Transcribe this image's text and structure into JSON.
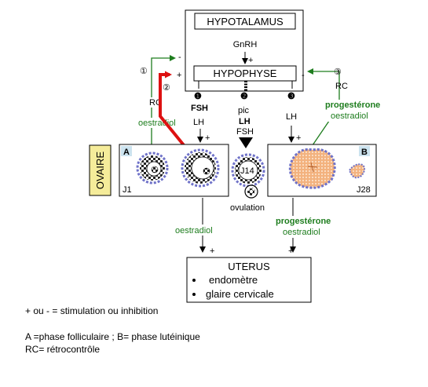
{
  "hypothalamus": {
    "label": "HYPOTALAMUS",
    "hormone": "GnRH",
    "sign": "+"
  },
  "pituitary": {
    "label": "HYPOPHYSE"
  },
  "loops": [
    {
      "number": "①",
      "sign": "-",
      "rc": "RC",
      "hormone": "oestradiol"
    },
    {
      "number": "②",
      "sign": "+"
    },
    {
      "number": "③",
      "sign": "-",
      "rc": "RC",
      "hormone1": "progestérone",
      "hormone2": "oestradiol"
    }
  ],
  "pathways": [
    {
      "number": "❶",
      "h1": "FSH",
      "h2": "LH",
      "sign": "+"
    },
    {
      "number": "❷",
      "pic": "pic",
      "h1": "LH",
      "h2": "FSH"
    },
    {
      "number": "❸",
      "h1": "LH",
      "sign": "+"
    }
  ],
  "ovary": {
    "side_label": "OVAIRE",
    "panel_a": {
      "letter": "A",
      "day": "J1"
    },
    "mid": {
      "day": "J14",
      "event": "ovulation"
    },
    "panel_b": {
      "letter": "B",
      "day": "J28"
    }
  },
  "to_uterus": {
    "left": {
      "hormone": "oestradiol",
      "sign": "+"
    },
    "right": {
      "hormone1": "progestérone",
      "hormone2": "oestradiol",
      "sign": "+"
    }
  },
  "uterus": {
    "title": "UTERUS",
    "items": [
      "endomètre",
      "glaire cervicale"
    ]
  },
  "legend": {
    "line1": "+ ou - = stimulation ou inhibition",
    "line2": "A =phase folliculaire ; B= phase lutéinique",
    "line3": "RC= rétrocontrôle"
  },
  "colors": {
    "feedback_negative": "#1e7d1e",
    "feedback_positive": "#dd1111",
    "ovary_label_bg": "#f5ec9a",
    "corpus_luteum": "#f6b483"
  }
}
